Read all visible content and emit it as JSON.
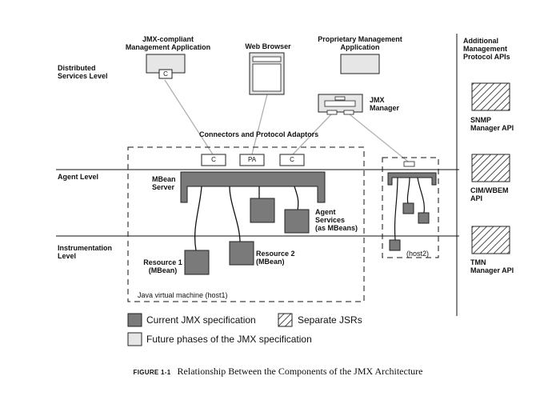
{
  "labels": {
    "jmx_app": "JMX-compliant\nManagement Application",
    "web_browser": "Web Browser",
    "proprietary_app": "Proprietary Management\nApplication",
    "additional_apis": "Additional\nManagement\nProtocol APIs",
    "distributed_level": "Distributed\nServices Level",
    "jmx_manager": "JMX\nManager",
    "connectors": "Connectors and Protocol Adaptors",
    "agent_level": "Agent Level",
    "mbean_server": "MBean\nServer",
    "agent_services": "Agent\nServices\n(as MBeans)",
    "instrumentation_level": "Instrumentation\nLevel",
    "resource1": "Resource 1\n(MBean)",
    "resource2": "Resource 2\n(MBean)",
    "jvm": "Java virtual machine (host1)",
    "host2": "(host2)",
    "snmp": "SNMP\nManager API",
    "cim": "CIM/WBEM\nAPI",
    "tmn": "TMN\nManager API"
  },
  "boxes": {
    "c": "C",
    "pa": "PA"
  },
  "legend": {
    "current": "Current JMX specification",
    "separate": "Separate JSRs",
    "future": "Future phases of the JMX specification"
  },
  "caption": {
    "number": "FIGURE 1-1",
    "text": "Relationship Between the Components of the JMX Architecture"
  },
  "colors": {
    "current_fill": "#7a7a7a",
    "future_fill": "#e6e6e6",
    "line_gray": "#b0b0b0"
  }
}
